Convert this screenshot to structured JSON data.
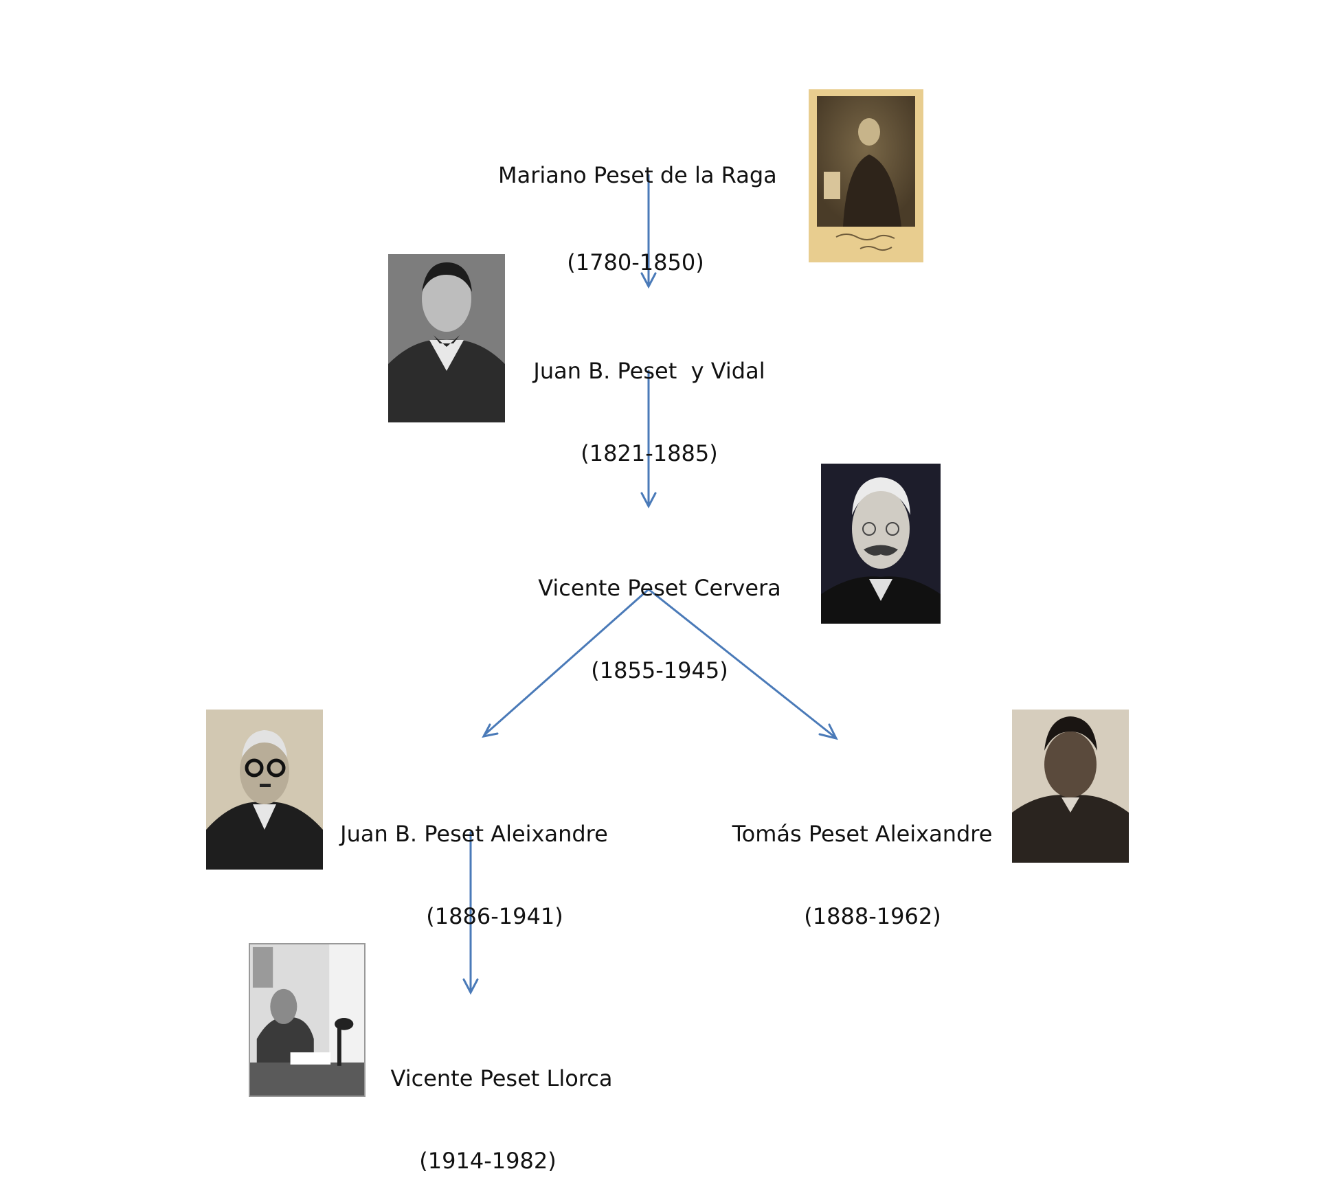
{
  "people": {
    "mariano": {
      "name": "Mariano Peset de la Raga",
      "years": "(1780-1850)"
    },
    "juan_vidal": {
      "name": "Juan B. Peset  y Vidal",
      "years": "(1821-1885)"
    },
    "vicente_cervera": {
      "name": "Vicente Peset Cervera",
      "years": "(1855-1945)"
    },
    "juan_aleixandre": {
      "name": "Juan B. Peset Aleixandre",
      "years": "(1886-1941)"
    },
    "tomas": {
      "name": "Tomás Peset Aleixandre",
      "years": "(1888-1962)"
    },
    "vicente_llorca": {
      "name": "Vicente Peset Llorca",
      "years": "(1914-1982)"
    }
  },
  "colors": {
    "arrow": "#4a7ab8",
    "sepia_bg": "#e7cc8e"
  }
}
